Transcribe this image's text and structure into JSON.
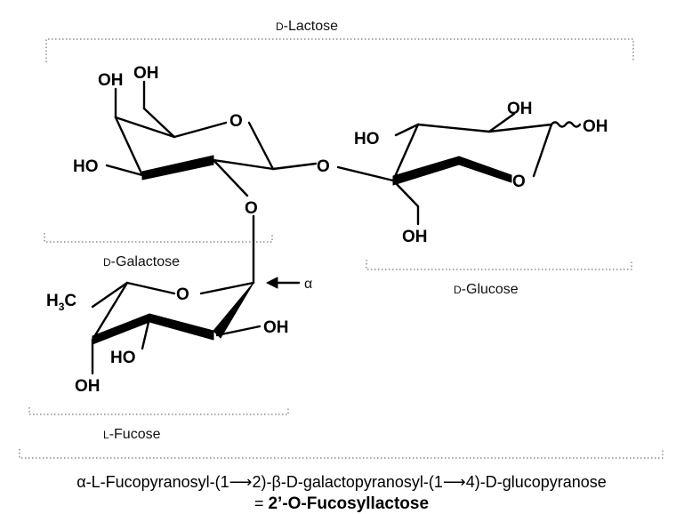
{
  "labels": {
    "lactose": "D-Lactose",
    "galactose": "D-Galactose",
    "glucose": "D-Glucose",
    "fucose": "L-Fucose",
    "alpha": "α"
  },
  "caption": {
    "line1": "α-L-Fucopyranosyl-(1⟶2)-β-D-galactopyranosyl-(1⟶4)-D-glucopyranose",
    "line2_prefix": "= ",
    "line2_name": "2’-O-Fucosyllactose"
  },
  "atoms": {
    "oh": "OH",
    "ho": "HO",
    "o": "O",
    "h": "H",
    "c": "C",
    "three": "3"
  }
}
